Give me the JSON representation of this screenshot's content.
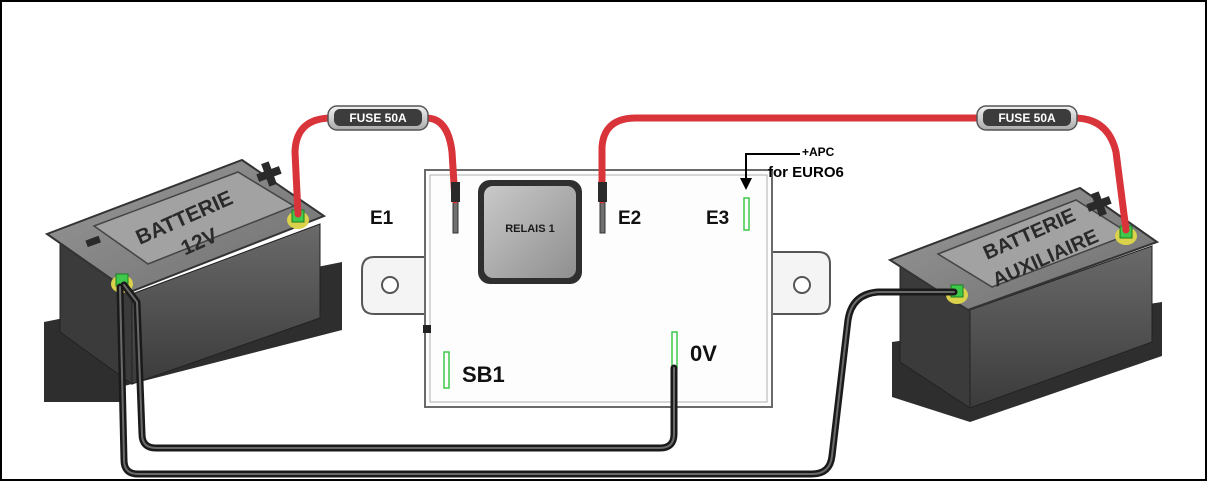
{
  "battery_main": {
    "label_line1": "BATTERIE",
    "label_line2": "12V"
  },
  "battery_aux": {
    "label_line1": "BATTERIE",
    "label_line2": "AUXILIAIRE"
  },
  "fuse_left": {
    "label": "FUSE 50A"
  },
  "fuse_right": {
    "label": "FUSE 50A"
  },
  "relay": {
    "label": "RELAIS 1"
  },
  "terminals": {
    "e1": "E1",
    "e2": "E2",
    "e3": "E3",
    "sb1": "SB1",
    "zero_v": "0V"
  },
  "apc": {
    "line1": "+APC",
    "line2": "for EURO6"
  },
  "colors": {
    "positive_wire": "#d8343a",
    "negative_wire": "#202020",
    "battery_body": "#595959",
    "terminal_green": "#3fc94a",
    "terminal_yellow": "#d9d24a"
  }
}
